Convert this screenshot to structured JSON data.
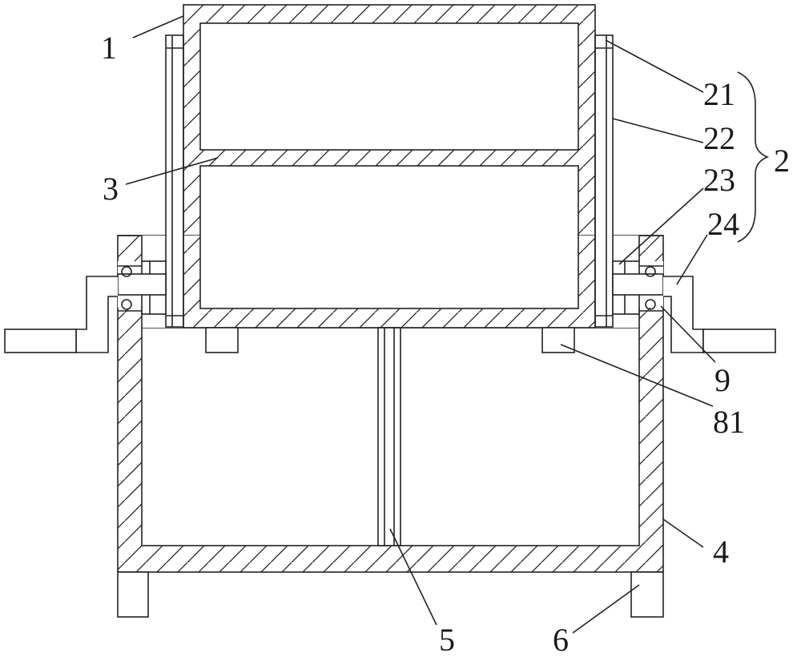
{
  "figure": {
    "labels": {
      "l1": "1",
      "l21": "21",
      "l22": "22",
      "l23": "23",
      "l24": "24",
      "l2": "2",
      "l3": "3",
      "l9": "9",
      "l81": "81",
      "l4": "4",
      "l5": "5",
      "l6": "6"
    }
  }
}
